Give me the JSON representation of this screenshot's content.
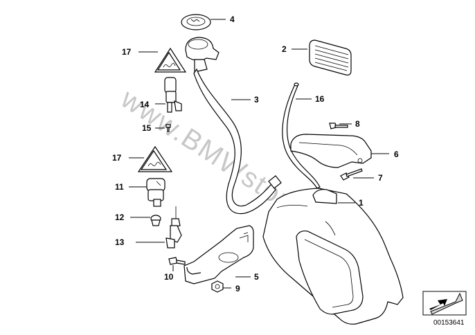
{
  "watermark": "www.BMWstore.pl",
  "document_id": "00153641",
  "callouts": {
    "c1": "1",
    "c2": "2",
    "c3": "3",
    "c4": "4",
    "c5": "5",
    "c6": "6",
    "c7": "7",
    "c8": "8",
    "c9": "9",
    "c10": "10",
    "c11": "11",
    "c12": "12",
    "c13": "13",
    "c14": "14",
    "c15": "15",
    "c16": "16",
    "c17a": "17",
    "c17b": "17"
  },
  "icons": {
    "warning_triangle": "warning-triangle-icon",
    "corner_arrow": "corner-arrow-icon"
  }
}
